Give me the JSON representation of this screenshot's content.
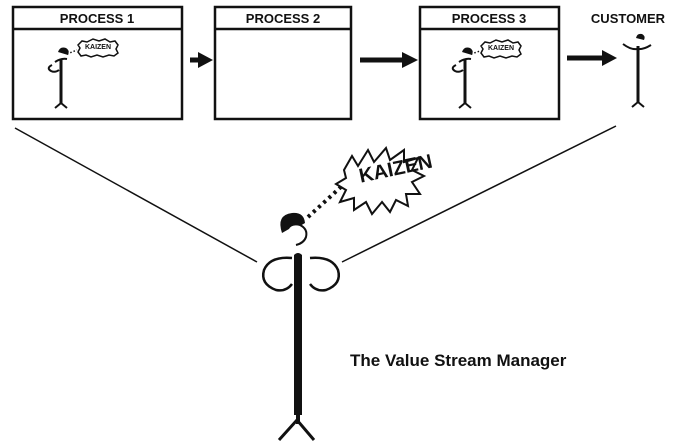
{
  "processes": [
    {
      "label": "PROCESS 1",
      "has_kaizen_worker": true,
      "kaizen_label": "KAIZEN"
    },
    {
      "label": "PROCESS 2",
      "has_kaizen_worker": false,
      "kaizen_label": ""
    },
    {
      "label": "PROCESS 3",
      "has_kaizen_worker": true,
      "kaizen_label": "KAIZEN"
    }
  ],
  "customer": {
    "label": "CUSTOMER"
  },
  "manager": {
    "kaizen_label": "KAIZEN",
    "caption": "The Value Stream Manager"
  },
  "colors": {
    "ink": "#111111",
    "background": "#ffffff"
  }
}
